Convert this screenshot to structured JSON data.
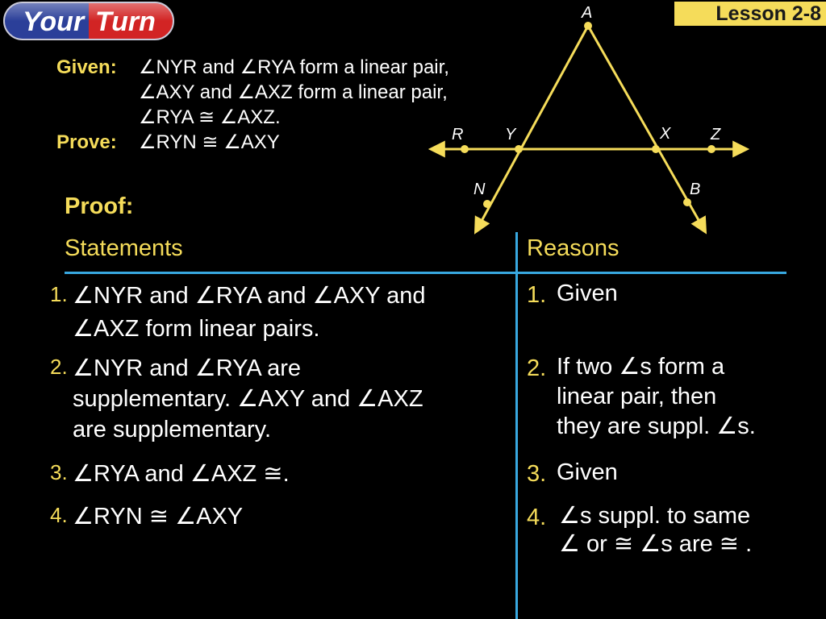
{
  "header": {
    "badge_your": "Your",
    "badge_turn": "Turn",
    "lesson": "Lesson 2-8"
  },
  "given": {
    "label": "Given:",
    "line1": "∠NYR and ∠RYA form a linear pair,",
    "line2": "∠AXY and ∠AXZ form a linear pair,",
    "line3": "∠RYA ≅ ∠AXZ."
  },
  "prove": {
    "label": "Prove:",
    "text": "∠RYN ≅ ∠AXY"
  },
  "diagram": {
    "labels": {
      "A": "A",
      "R": "R",
      "Y": "Y",
      "X": "X",
      "Z": "Z",
      "N": "N",
      "B": "B"
    },
    "line_color": "#f5dc5a"
  },
  "proof": {
    "title": "Proof:",
    "statements_header": "Statements",
    "reasons_header": "Reasons",
    "rows": [
      {
        "num": "1.",
        "statement_lines": [
          "∠NYR and ∠RYA and ∠AXY and",
          "∠AXZ form linear pairs."
        ],
        "reason_num": "1.",
        "reason_lines": [
          "Given"
        ]
      },
      {
        "num": "2.",
        "statement_lines": [
          "∠NYR and ∠RYA are",
          "supplementary. ∠AXY and ∠AXZ",
          "are supplementary."
        ],
        "reason_num": "2.",
        "reason_lines": [
          "If two ∠s form a",
          "linear pair, then",
          "they are suppl. ∠s."
        ]
      },
      {
        "num": "3.",
        "statement_lines": [
          "∠RYA and ∠AXZ ≅."
        ],
        "reason_num": "3.",
        "reason_lines": [
          "Given"
        ]
      },
      {
        "num": "4.",
        "statement_lines": [
          "∠RYN ≅ ∠AXY"
        ],
        "reason_num": "4.",
        "reason_lines": [
          "∠s suppl. to same",
          "∠ or ≅ ∠s are ≅ ."
        ]
      }
    ]
  },
  "colors": {
    "accent_yellow": "#f5dc5a",
    "divider_blue": "#38a8e0",
    "background": "#000000"
  }
}
